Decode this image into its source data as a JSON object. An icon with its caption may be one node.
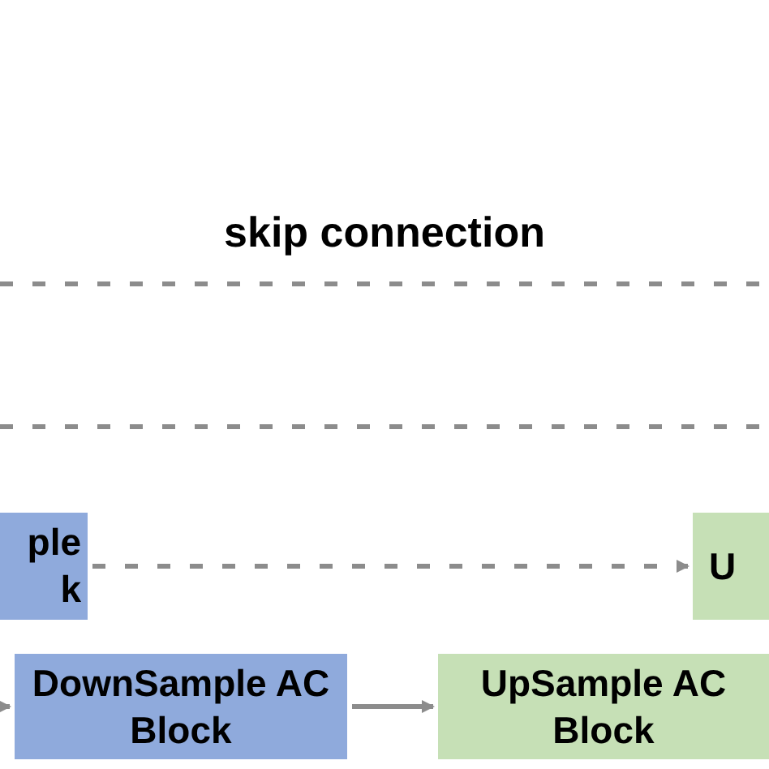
{
  "diagram": {
    "nodes": [
      {
        "text": [
          "ple k"
        ]
      },
      {
        "text": [
          "U"
        ]
      },
      {
        "text": [
          "DownSample AC Block"
        ]
      },
      {
        "text": [
          "UpSample AC Block"
        ]
      }
    ],
    "edges": [
      {
        "from": 0,
        "to": 1,
        "arrow": "to",
        "style": "dashed"
      },
      {
        "from": null,
        "to": 2,
        "arrow": "to"
      },
      {
        "from": 2,
        "to": 3,
        "arrow": "to"
      }
    ],
    "labels": [
      "skip connection"
    ]
  }
}
